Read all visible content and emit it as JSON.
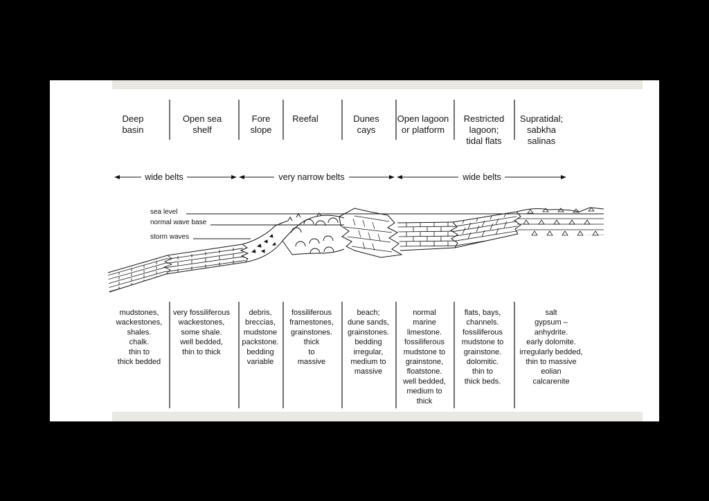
{
  "zones": [
    {
      "header": [
        "Deep",
        "basin"
      ],
      "desc": [
        "mudstones,",
        "wackestones,",
        "shales.",
        "chalk.",
        "thin to",
        "thick bedded"
      ]
    },
    {
      "header": [
        "Open sea",
        "shelf"
      ],
      "desc": [
        "very fossiliferous",
        "wackestones,",
        "some shale.",
        "well bedded,",
        "thin to thick"
      ]
    },
    {
      "header": [
        "Fore",
        "slope"
      ],
      "desc": [
        "debris,",
        "breccias,",
        "mudstone",
        "packstone.",
        "bedding",
        "variable"
      ]
    },
    {
      "header": [
        "Reefal"
      ],
      "desc": [
        "fossiliferous",
        "framestones,",
        "grainstones.",
        "thick",
        "to",
        "massive"
      ]
    },
    {
      "header": [
        "Dunes",
        "cays"
      ],
      "desc": [
        "beach;",
        "dune sands,",
        "grainstones.",
        "bedding",
        "irregular,",
        "medium to",
        "massive"
      ]
    },
    {
      "header": [
        "Open lagoon",
        "or platform"
      ],
      "desc": [
        "normal",
        "marine",
        "limestone.",
        "fossiliferous",
        "mudstone to",
        "grainstone,",
        "floatstone.",
        "well bedded,",
        "medium to",
        "thick"
      ]
    },
    {
      "header": [
        "Restricted",
        "lagoon;",
        "tidal flats"
      ],
      "desc": [
        "flats, bays,",
        "channels.",
        "fossiliferous",
        "mudstone to",
        "grainstone.",
        "dolomitic.",
        "thin to",
        "thick beds."
      ]
    },
    {
      "header": [
        "Supratidal;",
        "sabkha",
        "salinas"
      ],
      "desc": [
        "salt",
        "gypsum –",
        "anhydrite.",
        "early dolomite.",
        "irregularly bedded,",
        "thin to massive",
        "eolian",
        "calcarenite"
      ]
    }
  ],
  "belts": [
    "wide belts",
    "very narrow belts",
    "wide belts"
  ],
  "water_levels": [
    "sea level",
    "normal wave base",
    "storm waves"
  ]
}
